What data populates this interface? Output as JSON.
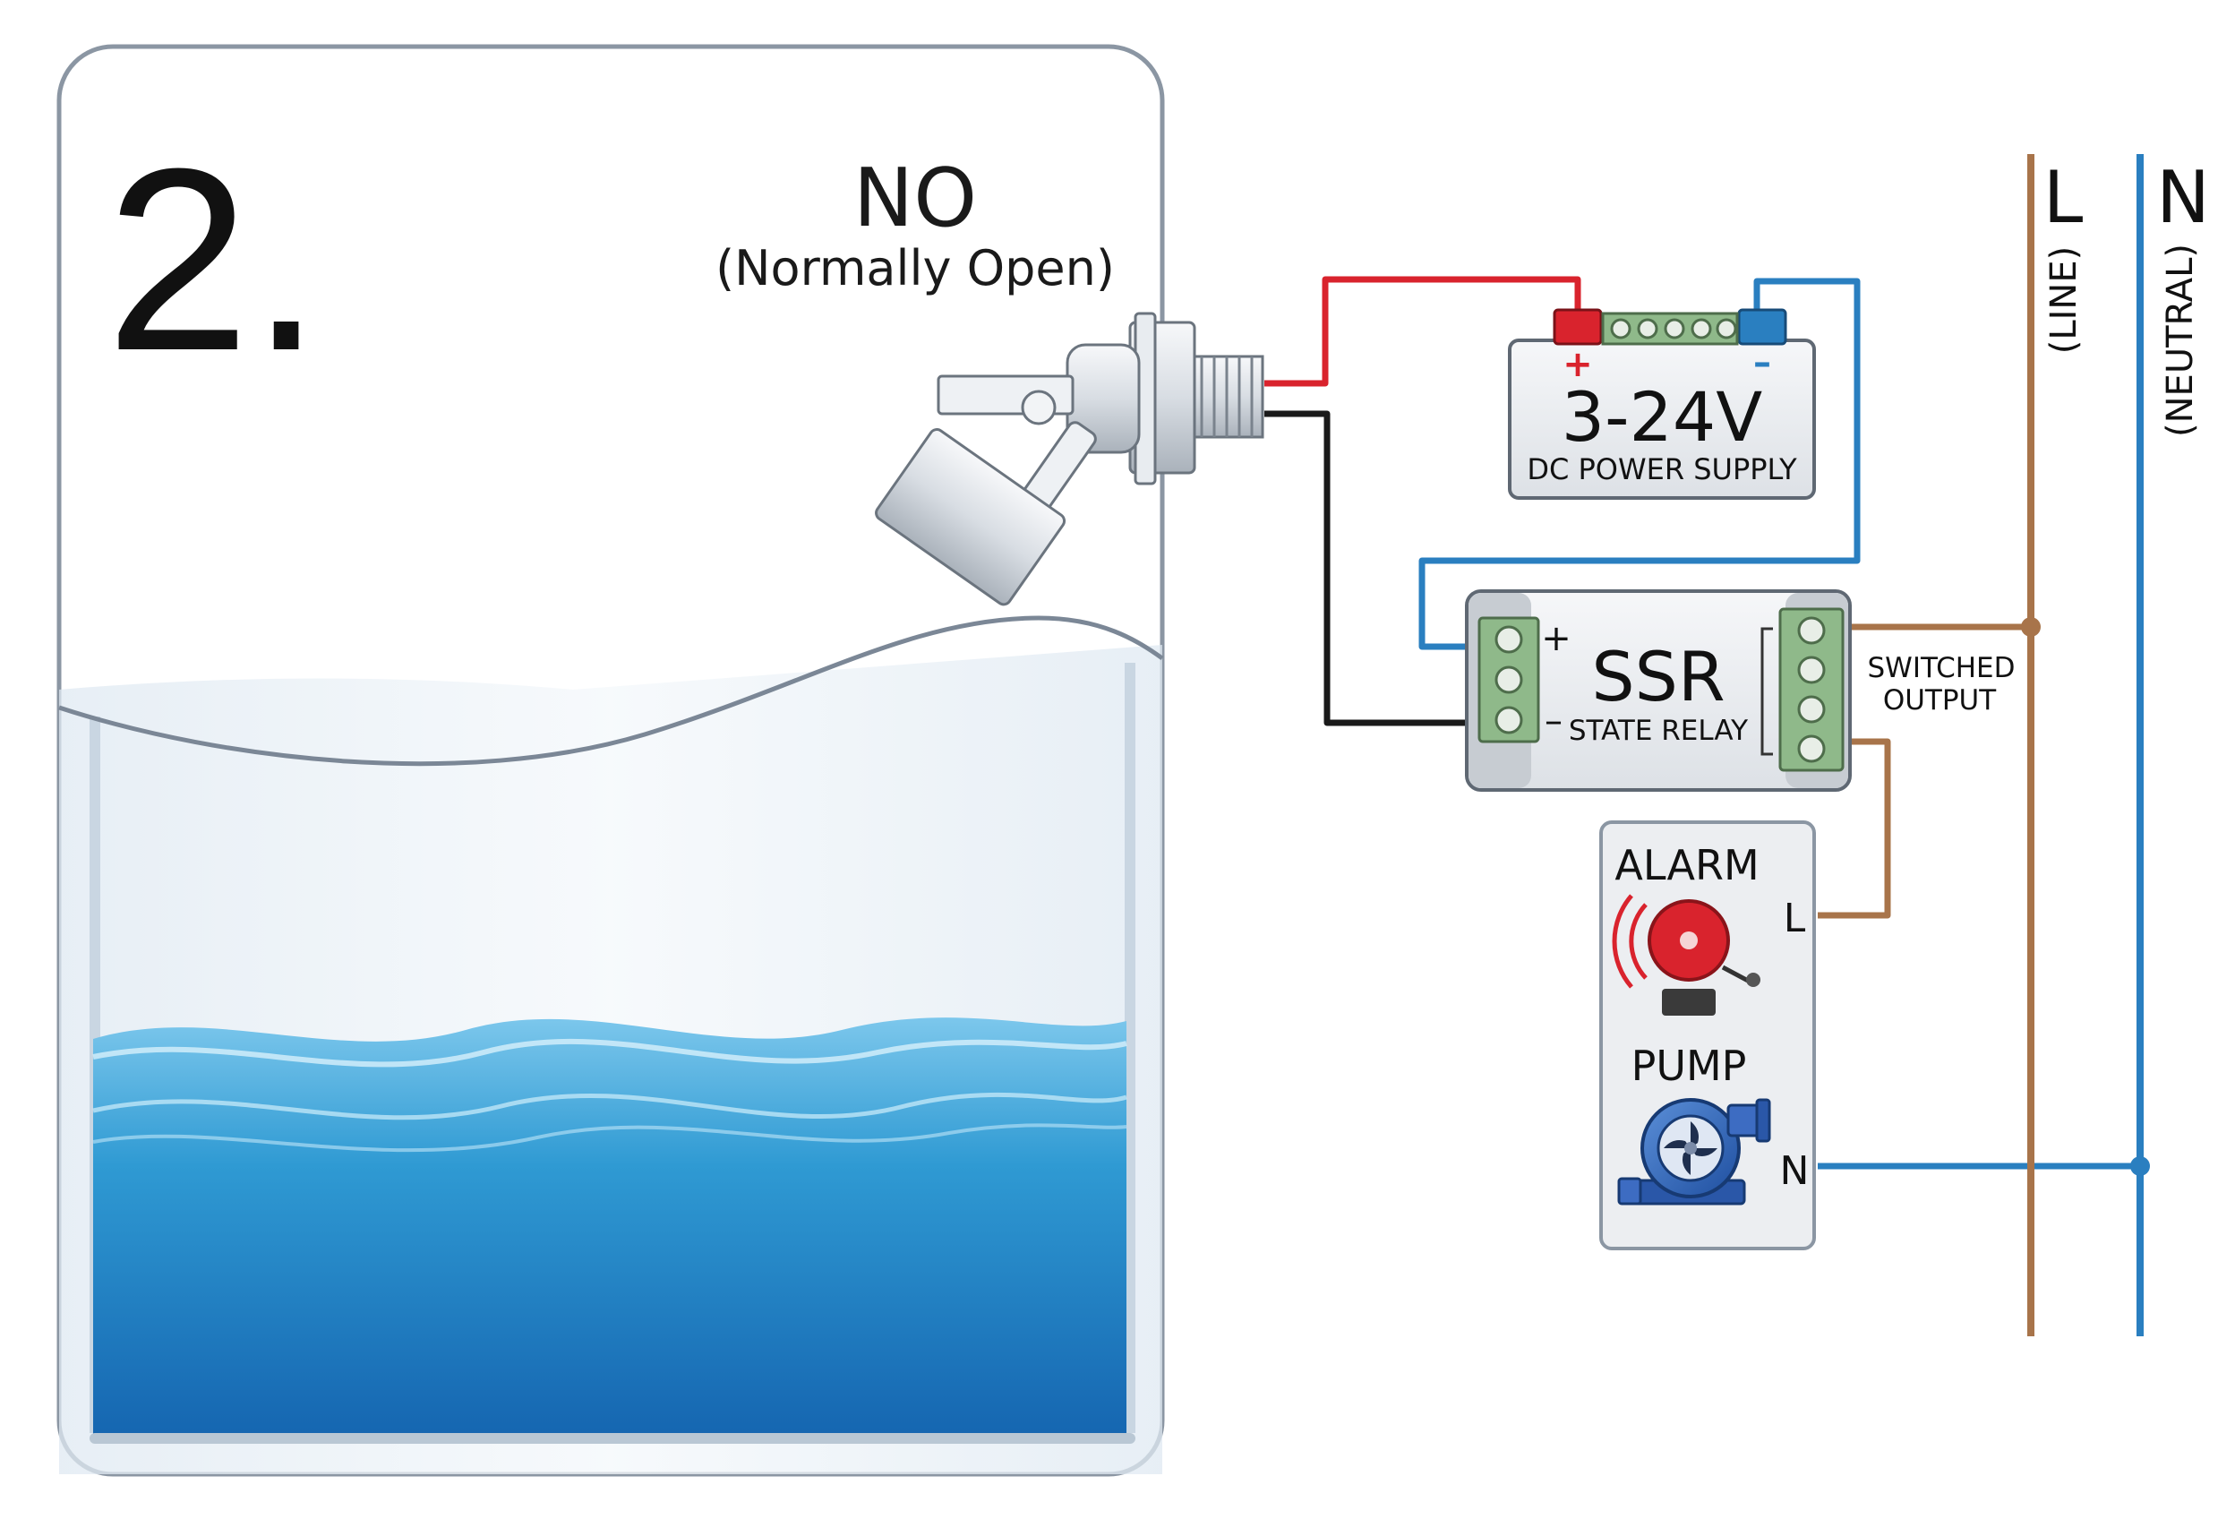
{
  "step_number": "2.",
  "switch_type": {
    "title": "NO",
    "subtitle": "(Normally Open)"
  },
  "power_supply": {
    "plus_symbol": "+",
    "minus_symbol": "–",
    "voltage": "3-24V",
    "label": "DC POWER SUPPLY"
  },
  "ssr": {
    "plus_symbol": "+",
    "minus_symbol": "–",
    "title": "SSR",
    "subtitle": "STATE RELAY",
    "output_label_line1": "SWITCHED",
    "output_label_line2": "OUTPUT"
  },
  "loads": {
    "alarm_label": "ALARM",
    "pump_label": "PUMP",
    "line_terminal": "L",
    "neutral_terminal": "N"
  },
  "mains": {
    "line_letter": "L",
    "line_name": "(LINE)",
    "neutral_letter": "N",
    "neutral_name": "(NEUTRAL)"
  },
  "colors": {
    "positive_wire": "#d9232d",
    "negative_wire": "#1a1a1a",
    "signal_wire": "#2a7fc0",
    "line_wire": "#a8744a",
    "neutral_wire": "#2a7fc0",
    "water": "#2a8fcc",
    "terminal_green": "#8fb98a"
  }
}
